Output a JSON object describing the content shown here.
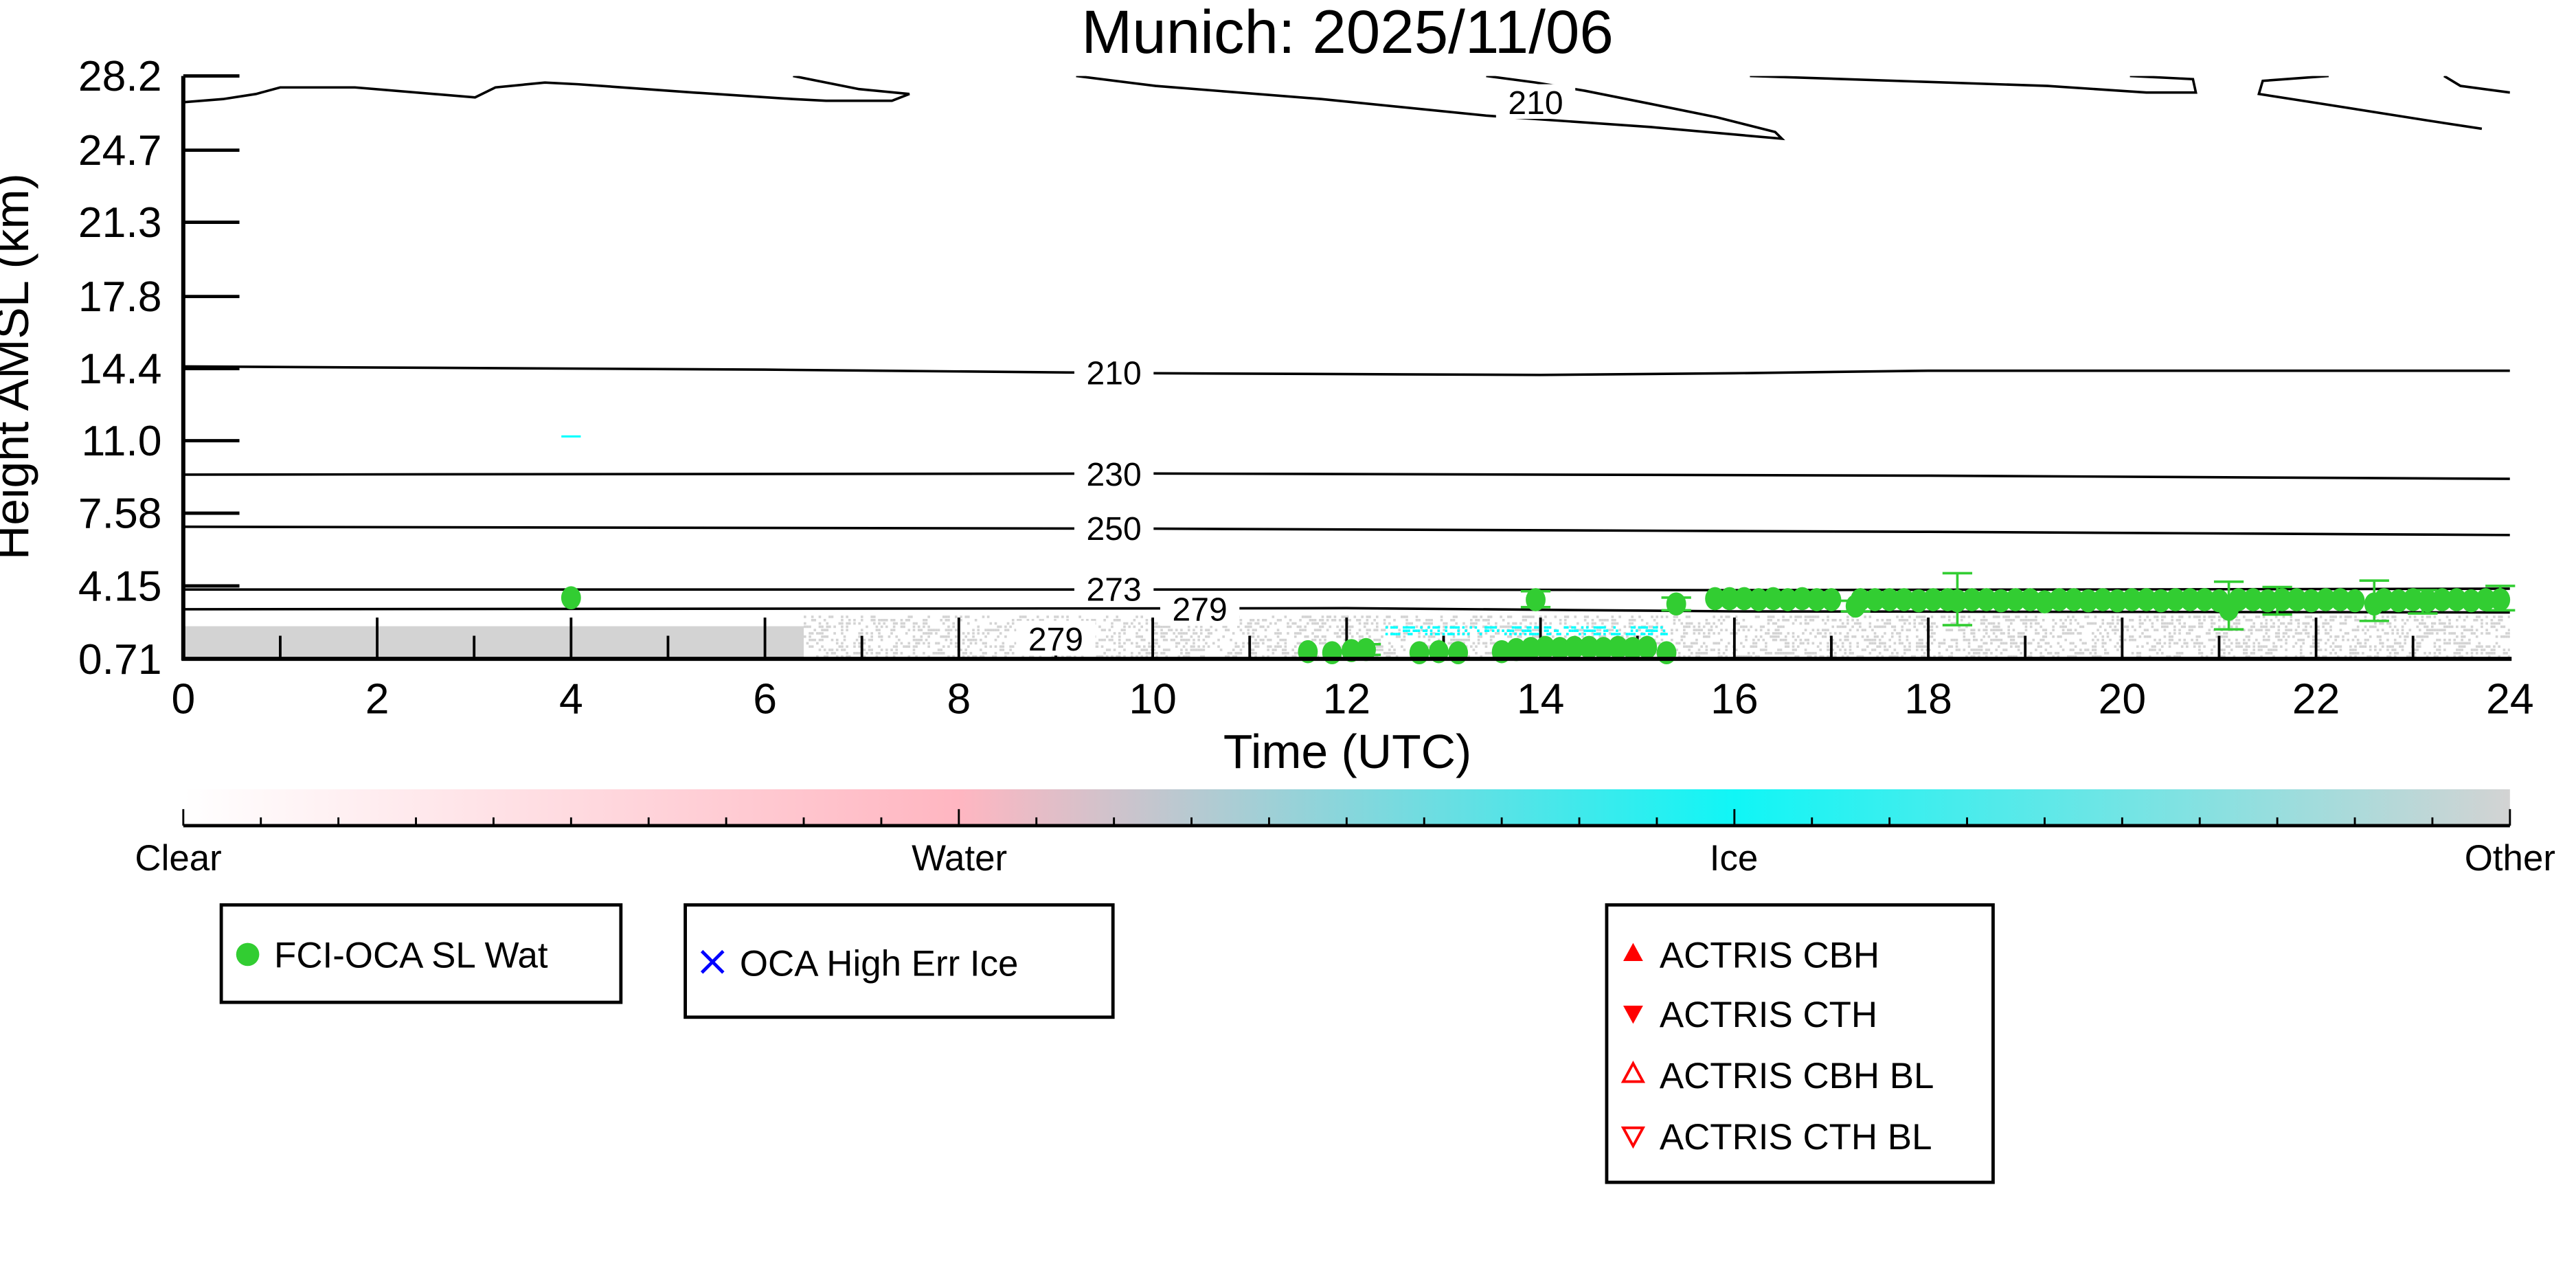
{
  "chart_data": {
    "type": "scatter",
    "title": "Munich: 2025/11/06",
    "xlabel": "Time (UTC)",
    "ylabel": "Height AMSL (km)",
    "xlim": [
      0,
      24
    ],
    "ylim": [
      0.71,
      28.2
    ],
    "xticks": [
      0,
      2,
      4,
      6,
      8,
      10,
      12,
      14,
      16,
      18,
      20,
      22,
      24
    ],
    "xtick_labels": [
      "0",
      "2",
      "4",
      "6",
      "8",
      "10",
      "12",
      "14",
      "16",
      "18",
      "20",
      "22",
      "24"
    ],
    "yticks": [
      0.71,
      4.15,
      7.58,
      11.0,
      14.4,
      17.8,
      21.3,
      24.7,
      28.2
    ],
    "ytick_labels": [
      "0.71",
      "4.15",
      "7.58",
      "11.0",
      "14.4",
      "17.8",
      "21.3",
      "24.7",
      "28.2"
    ],
    "colors": {
      "water": "#32cd32",
      "ice_marker": "#0000ff",
      "actris": "#ff0000",
      "other": "#d3d3d3",
      "ice": "#00ffff",
      "water_class": "#ffb6c1"
    },
    "contours": [
      {
        "level": "210",
        "points": [
          [
            0,
            26.96
          ],
          [
            0.41,
            27.11
          ],
          [
            0.75,
            27.35
          ],
          [
            1.0,
            27.66
          ],
          [
            1.77,
            27.66
          ],
          [
            3.01,
            27.19
          ],
          [
            3.22,
            27.66
          ],
          [
            3.73,
            27.89
          ],
          [
            4.07,
            27.81
          ],
          [
            5.26,
            27.42
          ],
          [
            6.29,
            27.11
          ],
          [
            6.63,
            27.03
          ],
          [
            7.31,
            27.03
          ],
          [
            7.49,
            27.35
          ],
          [
            6.97,
            27.58
          ],
          [
            6.29,
            28.2
          ]
        ]
      },
      {
        "level": "210",
        "label": "210",
        "label_at": [
          13.95,
          28.05
        ],
        "points": [
          [
            9.21,
            28.2
          ],
          [
            10.03,
            27.73
          ],
          [
            11.74,
            27.11
          ],
          [
            13.44,
            26.33
          ],
          [
            15.14,
            25.79
          ],
          [
            16.49,
            25.24
          ],
          [
            16.42,
            25.56
          ],
          [
            15.82,
            26.25
          ],
          [
            15.14,
            26.88
          ],
          [
            14.46,
            27.5
          ],
          [
            13.95,
            27.89
          ],
          [
            13.44,
            28.2
          ]
        ]
      },
      {
        "level": "210",
        "points": [
          [
            16.16,
            28.2
          ],
          [
            19.23,
            27.73
          ],
          [
            20.25,
            27.42
          ],
          [
            20.76,
            27.42
          ],
          [
            20.73,
            28.05
          ],
          [
            20.08,
            28.2
          ]
        ]
      },
      {
        "level": "210",
        "points": [
          [
            22.13,
            28.2
          ],
          [
            21.45,
            27.97
          ],
          [
            21.41,
            27.35
          ],
          [
            21.96,
            26.96
          ],
          [
            23.15,
            26.1
          ],
          [
            23.71,
            25.71
          ]
        ]
      },
      {
        "level": "210",
        "points": [
          [
            23.32,
            28.2
          ],
          [
            23.49,
            27.73
          ],
          [
            24.0,
            27.42
          ]
        ]
      },
      {
        "level": "210",
        "label": "210",
        "label_at": [
          9.6,
          14.2
        ],
        "points": [
          [
            0,
            14.5
          ],
          [
            6,
            14.35
          ],
          [
            10,
            14.18
          ],
          [
            14,
            14.1
          ],
          [
            16,
            14.18
          ],
          [
            18,
            14.3
          ],
          [
            24,
            14.3
          ]
        ]
      },
      {
        "level": "230",
        "label": "230",
        "label_at": [
          9.6,
          9.42
        ],
        "points": [
          [
            0,
            9.4
          ],
          [
            10,
            9.45
          ],
          [
            18,
            9.35
          ],
          [
            24,
            9.2
          ]
        ]
      },
      {
        "level": "250",
        "label": "250",
        "label_at": [
          9.6,
          6.86
        ],
        "points": [
          [
            0,
            6.94
          ],
          [
            10,
            6.85
          ],
          [
            18,
            6.7
          ],
          [
            24,
            6.55
          ]
        ]
      },
      {
        "level": "273",
        "label": "273",
        "label_at": [
          9.6,
          4.0
        ],
        "points": [
          [
            0,
            3.98
          ],
          [
            12,
            3.98
          ],
          [
            16,
            3.95
          ],
          [
            24,
            4.02
          ]
        ]
      },
      {
        "level": "279",
        "label": "279",
        "label_at": [
          9.6,
          3.05
        ],
        "points": [
          [
            0,
            3.05
          ],
          [
            12,
            3.1
          ],
          [
            16,
            2.95
          ],
          [
            24,
            2.9
          ]
        ]
      },
      {
        "level": "279",
        "label": "279",
        "label_at": [
          9.0,
          0.75
        ],
        "points": []
      }
    ],
    "cloud_mask": [
      {
        "class": "Other",
        "t0": 0,
        "t1": 6.4,
        "h0": 0.71,
        "h1": 2.25,
        "density": 1.0
      },
      {
        "class": "Other",
        "t0": 6.4,
        "t1": 24,
        "h0": 0.71,
        "h1": 2.75,
        "density": 0.35
      },
      {
        "class": "Ice",
        "t0": 12.4,
        "t1": 15.3,
        "h0": 1.85,
        "h1": 2.25,
        "density": 0.5
      },
      {
        "class": "Ice",
        "t0": 3.9,
        "t1": 4.1,
        "h0": 11.15,
        "h1": 11.25,
        "density": 1.0
      }
    ],
    "series": [
      {
        "name": "FCI-OCA SL Wat",
        "marker": "circle",
        "color": "#32cd32",
        "points": [
          [
            4.0,
            3.59
          ],
          [
            11.6,
            1.05
          ],
          [
            11.85,
            1.0
          ],
          [
            12.05,
            1.1
          ],
          [
            12.2,
            1.15
          ],
          [
            12.75,
            1.0
          ],
          [
            12.95,
            1.05
          ],
          [
            13.15,
            1.0
          ],
          [
            13.6,
            1.05
          ],
          [
            13.75,
            1.15
          ],
          [
            13.95,
            3.5
          ],
          [
            13.9,
            1.2
          ],
          [
            14.05,
            1.25
          ],
          [
            14.2,
            1.2
          ],
          [
            14.35,
            1.25
          ],
          [
            14.5,
            1.25
          ],
          [
            14.65,
            1.2
          ],
          [
            14.8,
            1.25
          ],
          [
            14.95,
            1.2
          ],
          [
            15.1,
            1.25
          ],
          [
            15.3,
            1.0
          ],
          [
            15.4,
            3.3
          ],
          [
            15.8,
            3.55
          ],
          [
            15.95,
            3.55
          ],
          [
            16.1,
            3.55
          ],
          [
            16.25,
            3.5
          ],
          [
            16.4,
            3.55
          ],
          [
            16.55,
            3.5
          ],
          [
            16.7,
            3.55
          ],
          [
            16.85,
            3.5
          ],
          [
            17.0,
            3.5
          ],
          [
            17.25,
            3.2
          ],
          [
            17.3,
            3.5
          ],
          [
            17.45,
            3.5
          ],
          [
            17.6,
            3.5
          ],
          [
            17.75,
            3.5
          ],
          [
            17.9,
            3.45
          ],
          [
            18.05,
            3.5
          ],
          [
            18.2,
            3.5
          ],
          [
            18.3,
            3.45
          ],
          [
            18.45,
            3.5
          ],
          [
            18.6,
            3.5
          ],
          [
            18.75,
            3.45
          ],
          [
            18.9,
            3.5
          ],
          [
            19.05,
            3.5
          ],
          [
            19.2,
            3.4
          ],
          [
            19.35,
            3.5
          ],
          [
            19.5,
            3.5
          ],
          [
            19.65,
            3.45
          ],
          [
            19.8,
            3.5
          ],
          [
            19.95,
            3.45
          ],
          [
            20.1,
            3.5
          ],
          [
            20.25,
            3.5
          ],
          [
            20.4,
            3.45
          ],
          [
            20.55,
            3.5
          ],
          [
            20.7,
            3.5
          ],
          [
            20.85,
            3.5
          ],
          [
            21.0,
            3.45
          ],
          [
            21.1,
            3.05
          ],
          [
            21.2,
            3.5
          ],
          [
            21.35,
            3.5
          ],
          [
            21.5,
            3.45
          ],
          [
            21.65,
            3.5
          ],
          [
            21.8,
            3.5
          ],
          [
            21.95,
            3.45
          ],
          [
            22.1,
            3.5
          ],
          [
            22.25,
            3.5
          ],
          [
            22.4,
            3.45
          ],
          [
            22.6,
            3.3
          ],
          [
            22.7,
            3.5
          ],
          [
            22.85,
            3.45
          ],
          [
            23.0,
            3.5
          ],
          [
            23.15,
            3.45
          ],
          [
            23.3,
            3.5
          ],
          [
            23.45,
            3.5
          ],
          [
            23.6,
            3.45
          ],
          [
            23.75,
            3.5
          ],
          [
            23.9,
            3.5
          ]
        ],
        "error_bars": [
          [
            12.2,
            0.9,
            1.4
          ],
          [
            13.95,
            3.15,
            3.9
          ],
          [
            15.4,
            3.0,
            3.6
          ],
          [
            17.25,
            2.95,
            3.45
          ],
          [
            18.3,
            2.3,
            4.75
          ],
          [
            21.1,
            2.1,
            4.35
          ],
          [
            21.6,
            2.8,
            4.1
          ],
          [
            22.6,
            2.5,
            4.4
          ],
          [
            23.1,
            2.85,
            3.95
          ],
          [
            23.9,
            3.0,
            4.15
          ]
        ]
      }
    ],
    "colorbar": {
      "labels": [
        "Clear",
        "Water",
        "Ice",
        "Other"
      ],
      "stops": [
        "#ffffff",
        "#ffb6c1",
        "#00ffff",
        "#d3d3d3"
      ]
    },
    "legend": [
      {
        "entries": [
          {
            "label": "FCI-OCA SL Wat",
            "marker": "circle",
            "color": "#32cd32"
          }
        ]
      },
      {
        "entries": [
          {
            "label": "OCA High Err Ice",
            "marker": "x",
            "color": "#0000ff"
          }
        ]
      },
      {
        "entries": [
          {
            "label": "ACTRIS CBH",
            "marker": "triangle-up-filled",
            "color": "#ff0000"
          },
          {
            "label": "ACTRIS CTH",
            "marker": "triangle-down-filled",
            "color": "#ff0000"
          },
          {
            "label": "ACTRIS CBH BL",
            "marker": "triangle-up-open",
            "color": "#ff0000"
          },
          {
            "label": "ACTRIS CTH BL",
            "marker": "triangle-down-open",
            "color": "#ff0000"
          }
        ]
      }
    ]
  }
}
